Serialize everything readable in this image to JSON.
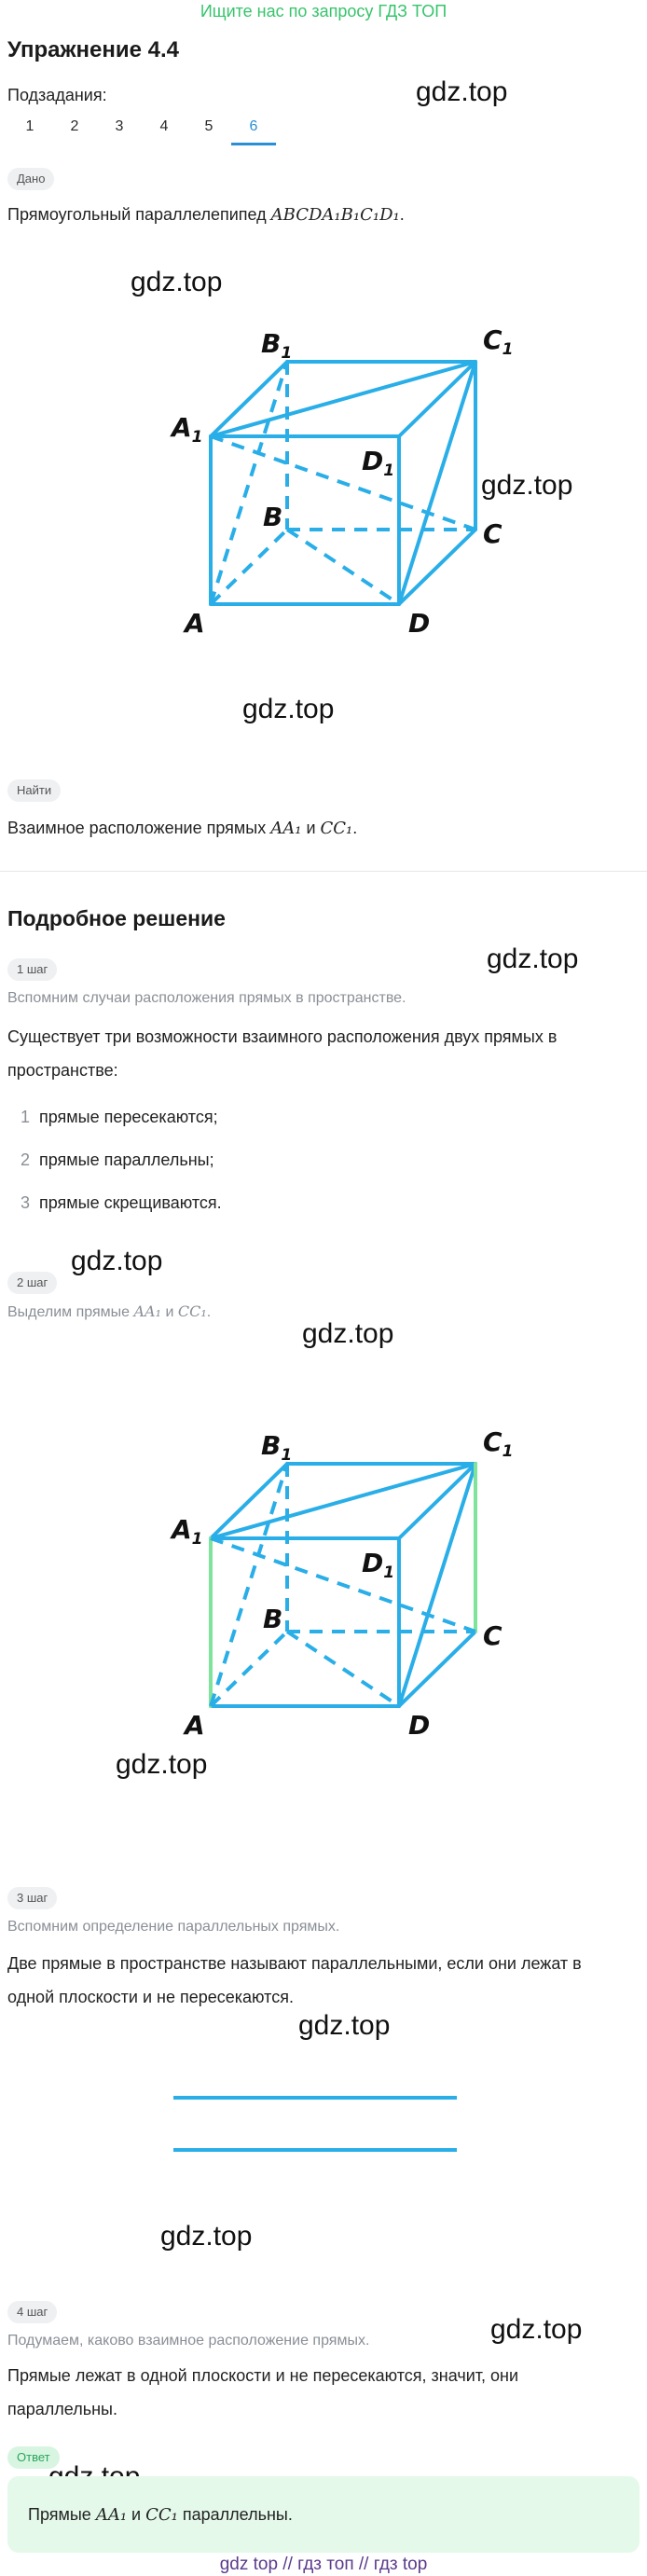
{
  "banner": "Ищите нас по запросу ГДЗ ТОП",
  "title": "Упражнение 4.4",
  "subtasks_label": "Подзадания:",
  "tabs": [
    "1",
    "2",
    "3",
    "4",
    "5",
    "6"
  ],
  "active_tab": "6",
  "watermark": "gdz.top",
  "given": {
    "pill": "Дано",
    "text_prefix": "Прямоугольный параллелепипед ",
    "math": "ABCDA₁B₁C₁D₁",
    "text_suffix": "."
  },
  "find": {
    "pill": "Найти",
    "text_prefix": "Взаимное расположение прямых ",
    "math1": "AA₁",
    "conj": " и ",
    "math2": "CC₁",
    "text_suffix": "."
  },
  "solution_title": "Подробное решение",
  "steps": [
    {
      "pill": "1 шаг",
      "muted": "Вспомним случаи расположения прямых в пространстве.",
      "text": "Существует три возможности взаимного расположения двух прямых в пространстве:",
      "list": [
        {
          "num": "1",
          "text": "прямые пересекаются;"
        },
        {
          "num": "2",
          "text": "прямые параллельны;"
        },
        {
          "num": "3",
          "text": "прямые скрещиваются."
        }
      ]
    },
    {
      "pill": "2 шаг",
      "muted_prefix": "Выделим прямые ",
      "math1": "AA₁",
      "conj": " и ",
      "math2": "CC₁",
      "muted_suffix": "."
    },
    {
      "pill": "3 шаг",
      "muted": "Вспомним определение параллельных прямых.",
      "text": "Две прямые в пространстве называют параллельными, если они лежат в одной плоскости и не пересекаются."
    },
    {
      "pill": "4 шаг",
      "muted": "Подумаем, каково взаимное расположение прямых.",
      "text": "Прямые лежат в одной плоскости и не пересекаются, значит, они параллельны."
    }
  ],
  "answer": {
    "pill": "Ответ",
    "text_prefix": "Прямые ",
    "math1": "AA₁",
    "conj": " и ",
    "math2": "CC₁",
    "text_suffix": " параллельны."
  },
  "figure_labels": {
    "A": "A",
    "B": "B",
    "C": "C",
    "D": "D",
    "A1": "A",
    "B1": "B",
    "C1": "C",
    "D1": "D",
    "sub": "1"
  },
  "footer": "gdz top  //  гдз топ  //  гдз top",
  "colors": {
    "accent": "#2a8fd6",
    "cube": "#29aee8",
    "highlight": "#7fe39b",
    "banner": "#37c46b"
  }
}
